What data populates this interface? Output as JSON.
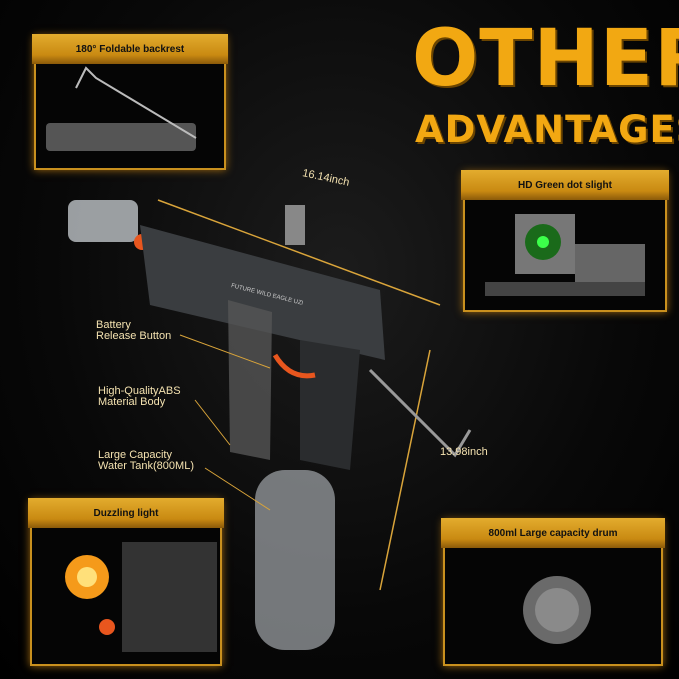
{
  "title": {
    "line1": "OTHER",
    "line2": "ADVANTAGES"
  },
  "panels": {
    "backrest": "180°  Foldable backrest",
    "sight": "HD Green dot slight",
    "light": "Duzzling light",
    "drum": "800ml Large capacity drum"
  },
  "dimensions": {
    "length": "16.14inch",
    "height": "13.98inch"
  },
  "callouts": {
    "battery": [
      "Battery",
      "Release Button"
    ],
    "body": [
      "High-QualityABS",
      "Material Body"
    ],
    "tank": [
      "Large Capacity",
      "Water Tank(800ML)"
    ]
  },
  "gun_marking": "FUTURE WILD EAGLE UZI",
  "colors": {
    "accent": "#f2a812",
    "label": "#f4e2b0",
    "orange": "#e8561e",
    "sight_green": "#3cff4a"
  }
}
